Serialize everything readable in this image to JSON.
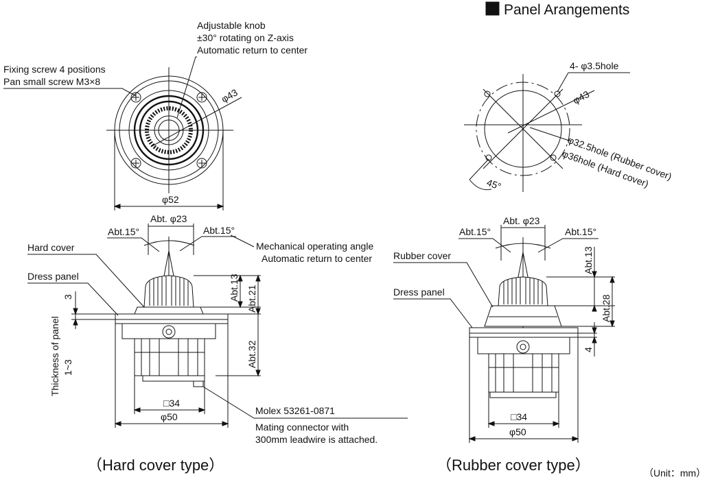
{
  "panel_heading": "Panel Arangements",
  "top_view": {
    "knob_note": [
      "Adjustable knob",
      "±30° rotating on Z-axis",
      "Automatic return to center"
    ],
    "screw_note": [
      "Fixing screw 4 positions",
      "Pan small screw M3×8"
    ],
    "dia_43": "φ43",
    "dia_52": "φ52"
  },
  "hard": {
    "hard_cover": "Hard cover",
    "dress_panel": "Dress panel",
    "thickness_label": "Thickness of panel",
    "thickness_range": "1~3",
    "abt15_left": "Abt.15°",
    "abt15_right": "Abt.15°",
    "abt23": "Abt. φ23",
    "mech_note": [
      "Mechanical operating angle",
      "Automatic return to center"
    ],
    "abt13": "Abt.13",
    "abt21": "Abt.21",
    "abt32": "Abt.32",
    "dim_3": "3",
    "sq34": "□34",
    "dia50": "φ50",
    "molex": "Molex 53261-0871",
    "mating_note": [
      "Mating connector with",
      "300mm leadwire is attached."
    ],
    "caption": "（Hard cover type）"
  },
  "panel": {
    "holes": "4- φ3.5hole",
    "dia_43": "φ43",
    "hole_rubber": "φ32.5hole (Rubber cover)",
    "hole_hard": "φ36hole (Hard cover)",
    "angle": "45°"
  },
  "rubber": {
    "rubber_cover": "Rubber cover",
    "dress_panel": "Dress panel",
    "abt15_left": "Abt.15°",
    "abt15_right": "Abt.15°",
    "abt23": "Abt. φ23",
    "abt13": "Abt.13",
    "abt28": "Abt.28",
    "dim_4": "4",
    "sq34": "□34",
    "dia50": "φ50",
    "caption": "（Rubber cover type）"
  },
  "unit": "（Unit：mm）"
}
